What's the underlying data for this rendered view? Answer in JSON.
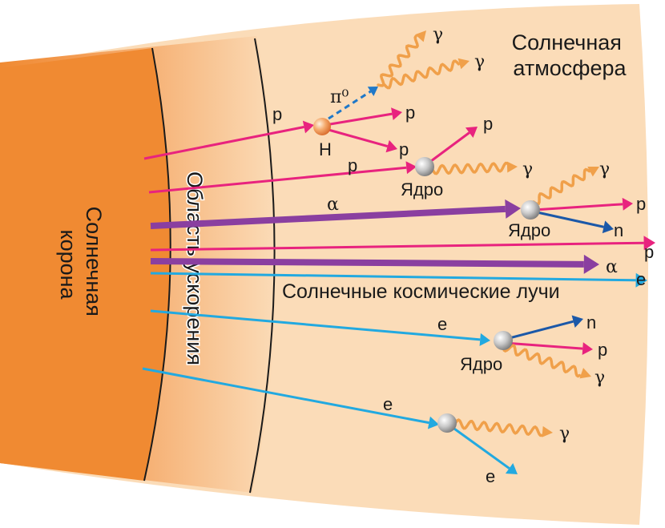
{
  "regions": {
    "corona": "Солнечная\nкорона",
    "acceleration": "Область ускорения",
    "atmosphere": "Солнечная\nатмосфера",
    "cosmic_rays": "Солнечные космические лучи"
  },
  "particles": {
    "proton": "p",
    "neutron": "n",
    "alpha": "α",
    "electron": "e",
    "gamma": "γ",
    "pion": "π⁰",
    "hydrogen": "H",
    "nucleus": "Ядро"
  },
  "colors": {
    "corona": "#f08a32",
    "atmosphere": "#fbdcb8",
    "proton_arrow": "#e8237e",
    "alpha_arrow": "#8a3fa0",
    "electron_arrow": "#22a9e0",
    "neutron_arrow": "#1b58a8",
    "gamma_wave": "#f0a04a",
    "pion_arrow": "#1f78c8"
  }
}
